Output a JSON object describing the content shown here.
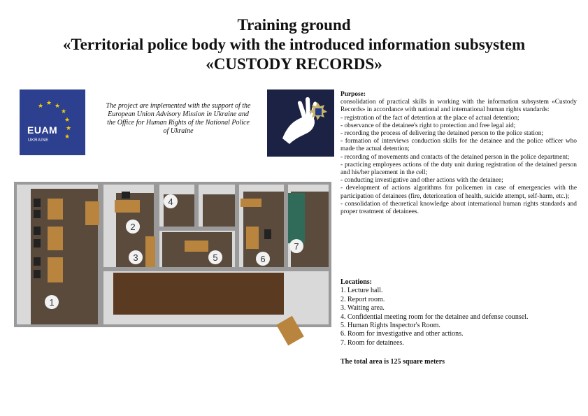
{
  "header": {
    "line1": "Training ground",
    "line2": "«Territorial police body with the introduced information subsystem",
    "line3": "«CUSTODY RECORDS»"
  },
  "euam_logo": {
    "word": "EUAM",
    "country": "UKRAINE",
    "color": "#2d3f8f"
  },
  "support_text": "The project are implemented with the support of the European Union Advisory Mission in Ukraine and the Office for Human Rights of the National Police of Ukraine",
  "purpose": {
    "heading": "Purpose:",
    "items": [
      "consolidation of practical skills in working with the information subsystem «Custody Records» in accordance with national and international human rights standards:",
      "- registration of the fact of detention at the place of actual detention;",
      "- observance of the detainee's right to protection and free legal aid;",
      "- recording the process of delivering the detained person to the police station;",
      "- formation of interviews conduction skills for the detainee and the police officer who made the actual detention;",
      "- recording of movements and contacts of the detained person in the police department;",
      "- practicing employees actions of the duty unit during registration of the detained person and his/her placement in the cell;",
      "- conducting investigative and other actions with the detainee;",
      "- development of actions algorithms for policemen in case of emergencies with the participation of detainees (fire, deterioration of health, suicide attempt, self-harm, etc.);",
      "- consolidation of theoretical knowledge about international human rights standards and proper treatment of detainees."
    ]
  },
  "locations": {
    "heading": "Locations:",
    "items": [
      "1. Lecture hall.",
      "2. Report room.",
      "3. Waiting area.",
      "4. Confidential meeting room for the detainee and defense counsel.",
      "5. Human Rights Inspector's Room.",
      "6. Room for investigative and other actions.",
      "7. Room for detainees."
    ]
  },
  "total_area": "The total area is 125 square meters",
  "plan_markers": [
    "1",
    "2",
    "3",
    "4",
    "5",
    "6",
    "7"
  ]
}
